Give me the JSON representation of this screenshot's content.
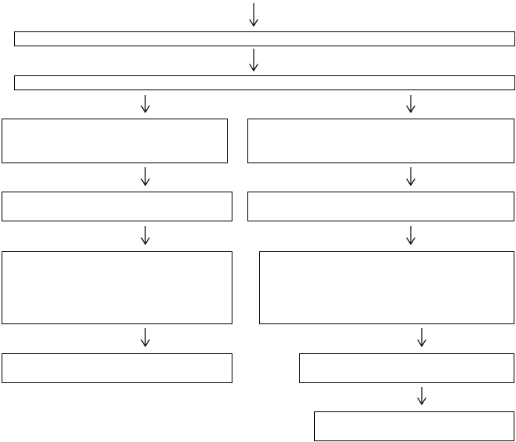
{
  "diagram": {
    "type": "flowchart",
    "colors": {
      "stroke": "#000000",
      "fill": "#ffffff"
    },
    "nodes": [
      {
        "id": "top-1",
        "text": ""
      },
      {
        "id": "top-2",
        "text": ""
      },
      {
        "id": "left-1",
        "text": ""
      },
      {
        "id": "right-1",
        "text": ""
      },
      {
        "id": "left-2",
        "text": ""
      },
      {
        "id": "right-2",
        "text": ""
      },
      {
        "id": "left-3",
        "text": ""
      },
      {
        "id": "right-3",
        "text": ""
      },
      {
        "id": "left-4",
        "text": ""
      },
      {
        "id": "right-4",
        "text": ""
      },
      {
        "id": "right-5",
        "text": ""
      }
    ],
    "edges": [
      {
        "from": "start",
        "to": "top-1"
      },
      {
        "from": "top-1",
        "to": "top-2"
      },
      {
        "from": "top-2",
        "to": "left-1"
      },
      {
        "from": "top-2",
        "to": "right-1"
      },
      {
        "from": "left-1",
        "to": "left-2"
      },
      {
        "from": "right-1",
        "to": "right-2"
      },
      {
        "from": "left-2",
        "to": "left-3"
      },
      {
        "from": "right-2",
        "to": "right-3"
      },
      {
        "from": "left-3",
        "to": "left-4"
      },
      {
        "from": "right-3",
        "to": "right-4"
      },
      {
        "from": "right-4",
        "to": "right-5"
      }
    ]
  }
}
